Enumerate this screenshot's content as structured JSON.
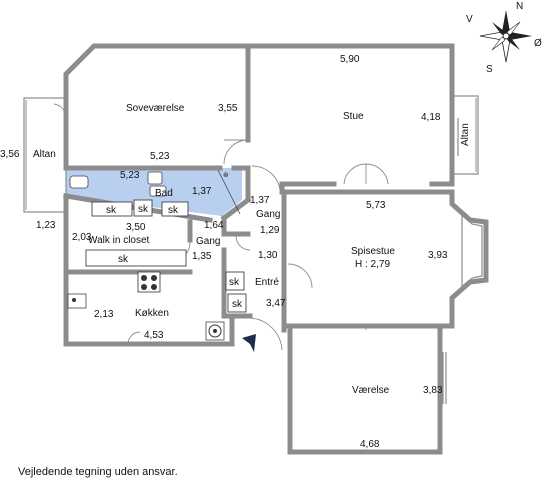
{
  "rooms": {
    "sovevaerelse": "Soveværelse",
    "stue": "Stue",
    "altan_left": "Altan",
    "altan_right": "Altan",
    "bad": "Bad",
    "gang_upper": "Gang",
    "gang_lower": "Gang",
    "walk_in": "Walk in closet",
    "spisestue": "Spisestue",
    "spisestue_height": "H : 2,79",
    "entre": "Entré",
    "kokken": "Køkken",
    "vaerelse": "Værelse"
  },
  "cabinets": {
    "sk1": "sk",
    "sk2": "sk",
    "sk3": "sk",
    "sk4": "sk",
    "sk5": "sk",
    "sk6": "sk"
  },
  "dimensions": {
    "d_5_90": "5,90",
    "d_3_55": "3,55",
    "d_4_18": "4,18",
    "d_3_56": "3,56",
    "d_5_23_a": "5,23",
    "d_5_23_b": "5,23",
    "d_1_37_a": "1,37",
    "d_1_37_b": "1,37",
    "d_1_23": "1,23",
    "d_5_73": "5,73",
    "d_1_64": "1,64",
    "d_1_29": "1,29",
    "d_2_03": "2,03",
    "d_3_50": "3,50",
    "d_1_30": "1,30",
    "d_3_93": "3,93",
    "d_1_35": "1,35",
    "d_2_13": "2,13",
    "d_3_47": "3,47",
    "d_4_53": "4,53",
    "d_3_83": "3,83",
    "d_4_68": "4,68"
  },
  "compass": {
    "n": "N",
    "v": "V",
    "o": "Ø",
    "s": "S"
  },
  "disclaimer": "Vejledende tegning uden ansvar.",
  "colors": {
    "bath_fill": "#b8cff0",
    "wall": "#8c8c8c",
    "pointer": "#1f2d4d"
  }
}
